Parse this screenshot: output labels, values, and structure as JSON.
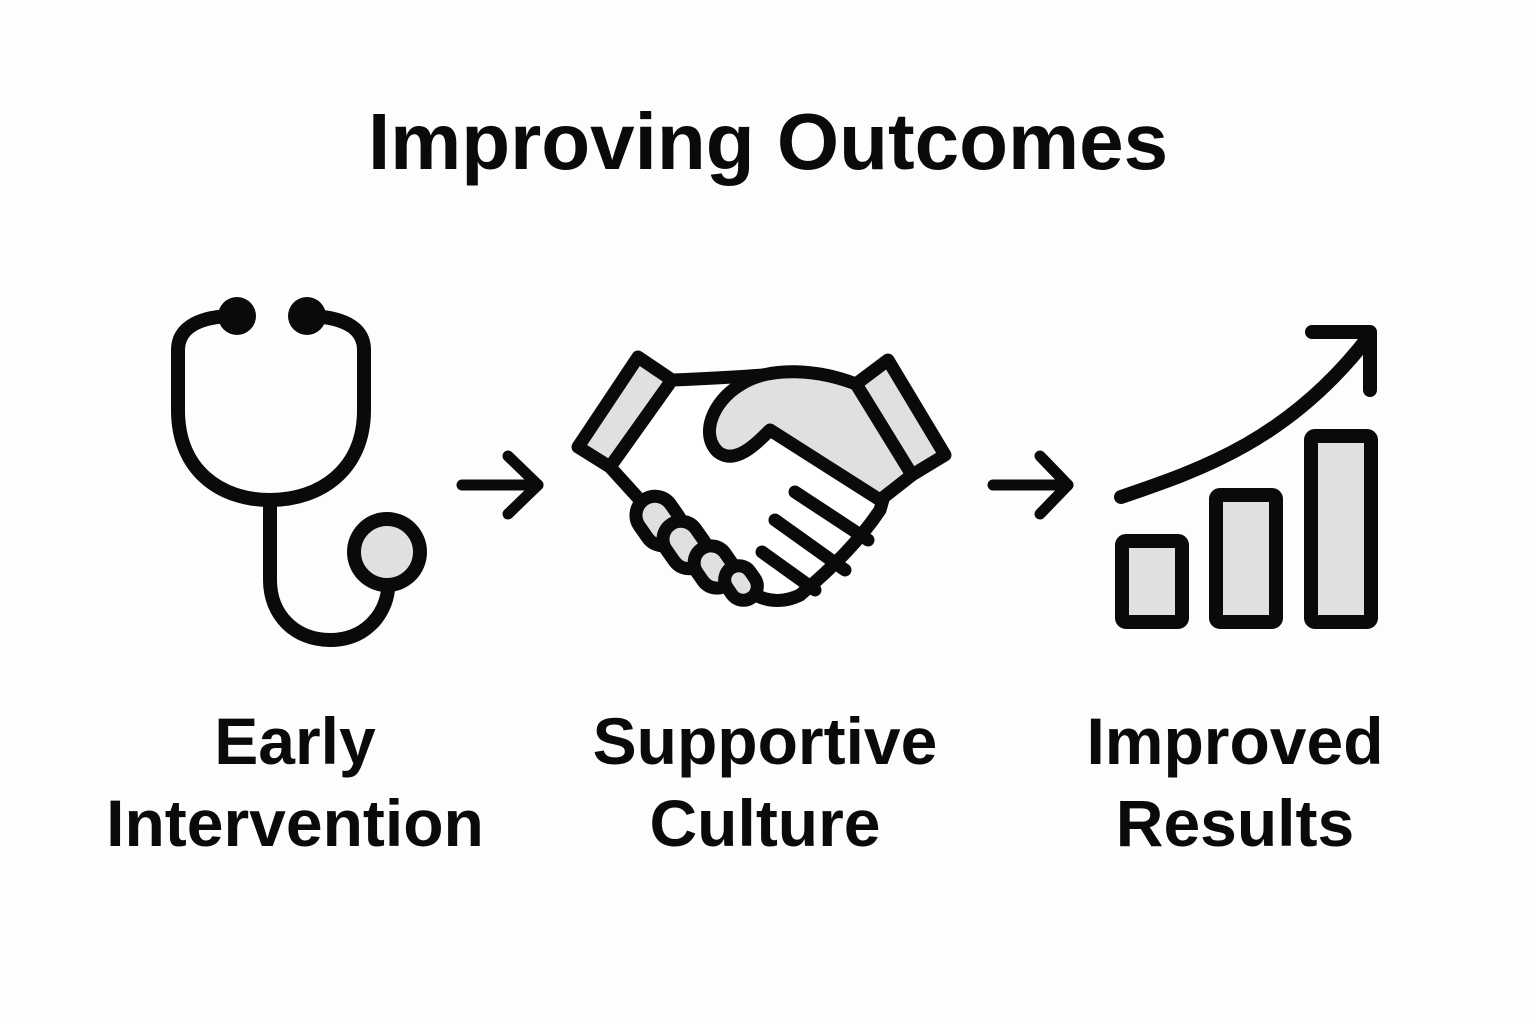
{
  "title": "Improving Outcomes",
  "colors": {
    "stroke": "#0a0a0a",
    "fill": "#e0e0e0",
    "background": "#fdfdfc"
  },
  "steps": [
    {
      "icon": "stethoscope-icon",
      "label_lines": [
        "Early",
        "Intervention"
      ]
    },
    {
      "icon": "handshake-icon",
      "label_lines": [
        "Supportive",
        "Culture"
      ]
    },
    {
      "icon": "growth-chart-icon",
      "label_lines": [
        "Improved",
        "Results"
      ]
    }
  ],
  "connectors": [
    "arrow-right-icon",
    "arrow-right-icon"
  ]
}
